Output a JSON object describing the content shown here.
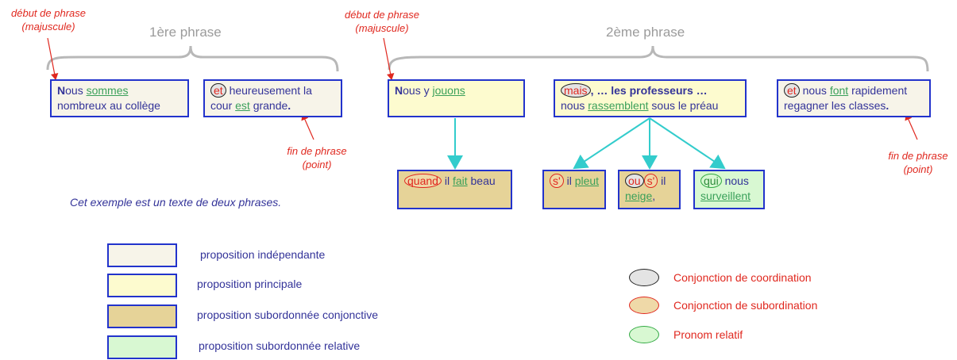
{
  "annotations": {
    "start_label": "début de phrase",
    "start_sub": "(majuscule)",
    "end_label": "fin de phrase",
    "end_sub": "(point)"
  },
  "sentence_titles": [
    "1ère phrase",
    "2ème phrase"
  ],
  "clauses": {
    "c1": {
      "cap": "N",
      "a": "ous ",
      "verb": "sommes",
      "b": "nombreux au collège"
    },
    "c2": {
      "conj": "et",
      "a": " heureusement la",
      "b": "cour ",
      "verb": "est",
      "c": " grande",
      "dot": "."
    },
    "c3": {
      "cap": "N",
      "a": "ous y ",
      "verb": "jouons"
    },
    "c4": {
      "conj": "mais",
      "a": ", … les professeurs …",
      "b": "nous ",
      "verb": "rassemblent",
      "c": " sous le préau"
    },
    "c5": {
      "conj": "et",
      "a": " nous ",
      "verb": "font",
      "b": " rapidement",
      "c": "regagner les classes",
      "dot": "."
    },
    "c6": {
      "conj": "quand",
      "a": " il ",
      "verb": "fait",
      "b": " beau"
    },
    "c7": {
      "conj": "s'",
      "a": " il ",
      "verb": "pleut"
    },
    "c8": {
      "conj1": "ou",
      "conj2": "s'",
      "a": " il",
      "verb": "neige",
      "b": ","
    },
    "c9": {
      "rel": "qui",
      "a": " nous",
      "verb": "surveillent"
    }
  },
  "summary": "Cet exemple est un texte de deux phrases.",
  "legend": {
    "boxes": [
      {
        "label": "proposition indépendante",
        "color": "#f7f4e9"
      },
      {
        "label": "proposition principale",
        "color": "#fdfbcf"
      },
      {
        "label": "proposition subordonnée conjonctive",
        "color": "#e6d398"
      },
      {
        "label": "proposition subordonnée relative",
        "color": "#d8f8d2"
      }
    ],
    "ovals": [
      {
        "label": "Conjonction de coordination"
      },
      {
        "label": "Conjonction de subordination"
      },
      {
        "label": "Pronom relatif"
      }
    ]
  }
}
